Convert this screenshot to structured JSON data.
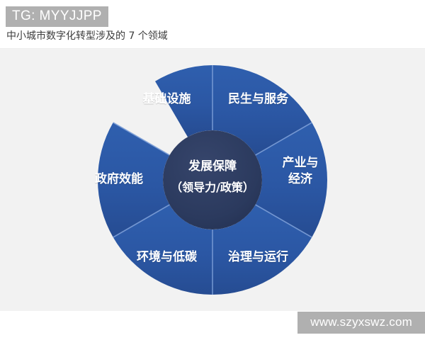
{
  "header": {
    "tg_watermark": "TG: MYYJJPP",
    "subtitle": "中小城市数字化转型涉及的 7 个领域"
  },
  "footer": {
    "site_watermark": "www.szyxswz.com"
  },
  "diagram": {
    "type": "donut-segments",
    "center": {
      "line1": "发展保障",
      "line2": "（领导力/政策）"
    },
    "segments": [
      {
        "id": "infrastructure",
        "label": "基础设施",
        "position": "top-left"
      },
      {
        "id": "livelihood",
        "label": "民生与服务",
        "position": "top-right"
      },
      {
        "id": "industry",
        "label_line1": "产业与",
        "label_line2": "经济",
        "position": "right"
      },
      {
        "id": "governance-run",
        "label": "治理与运行",
        "position": "bottom-right"
      },
      {
        "id": "environment",
        "label": "环境与低碳",
        "position": "bottom-left"
      },
      {
        "id": "gov-efficiency",
        "label": "政府效能",
        "position": "left"
      }
    ],
    "colors": {
      "ring": "#2b57a4",
      "ring_dark": "#254c92",
      "center_circle": "#2b3a5e",
      "panel_background": "#f2f2f2",
      "page_background": "#ffffff",
      "divider": "#6f93cf",
      "label_text": "#ffffff",
      "watermark_background": "#b0b0b0",
      "watermark_text": "#ffffff",
      "subtitle_text": "#3b3b3b"
    }
  }
}
